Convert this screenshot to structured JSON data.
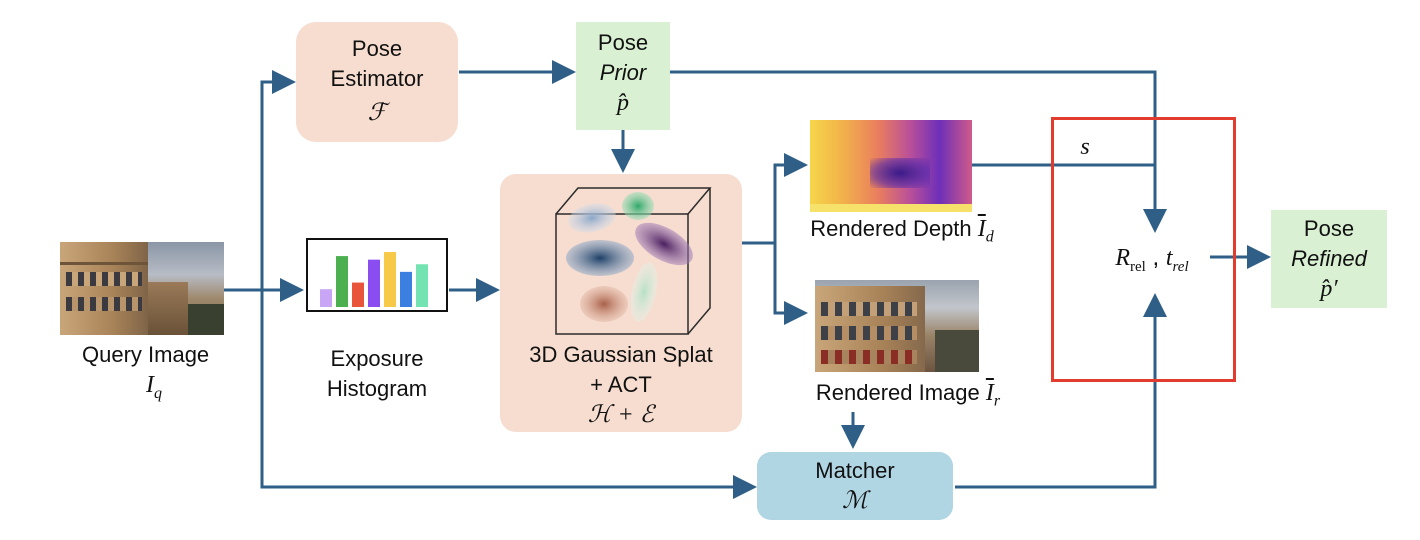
{
  "nodes": {
    "pose_estimator": {
      "line1": "Pose",
      "line2": "Estimator",
      "symbol": "ℱ"
    },
    "pose_prior": {
      "line1": "Pose",
      "line2": "Prior",
      "symbol": "p̂"
    },
    "query_image": {
      "line1": "Query Image",
      "symbol": "I",
      "subscript": "q"
    },
    "exposure_histogram": {
      "line1": "Exposure",
      "line2": "Histogram"
    },
    "gaussian_splat": {
      "line1": "3D Gaussian Splat",
      "line2": "+ ACT",
      "symbol": "ℋ + ℰ"
    },
    "rendered_depth": {
      "line1": "Rendered Depth",
      "symbol": "I",
      "subscript": "d"
    },
    "rendered_image": {
      "line1": "Rendered Image",
      "symbol": "I",
      "subscript": "r"
    },
    "matcher": {
      "line1": "Matcher",
      "symbol": "ℳ"
    },
    "refinement": {
      "scale": "s",
      "r_symbol": "R",
      "r_sub": "rel",
      "t_symbol": "t",
      "t_sub": "rel"
    },
    "pose_refined": {
      "line1": "Pose",
      "line2": "Refined",
      "symbol": "p̂′"
    }
  },
  "histogram_bars": [
    {
      "value": 0.35,
      "color": "#c9a6f5"
    },
    {
      "value": 1.0,
      "color": "#4caf50"
    },
    {
      "value": 0.48,
      "color": "#e8553a"
    },
    {
      "value": 0.93,
      "color": "#8a4df0"
    },
    {
      "value": 1.08,
      "color": "#f7c948"
    },
    {
      "value": 0.69,
      "color": "#3b7fe0"
    },
    {
      "value": 0.84,
      "color": "#72e3b1"
    }
  ],
  "colors": {
    "arrow": "#2f5f86",
    "pose_estimator_fill": "#f6ddd0",
    "pose_prior_fill": "#d9f0d3",
    "splat_fill": "#f6ddd0",
    "matcher_fill": "#b0d5e3",
    "refinement_border": "#e23c2f",
    "pose_refined_fill": "#d9f0d3"
  }
}
